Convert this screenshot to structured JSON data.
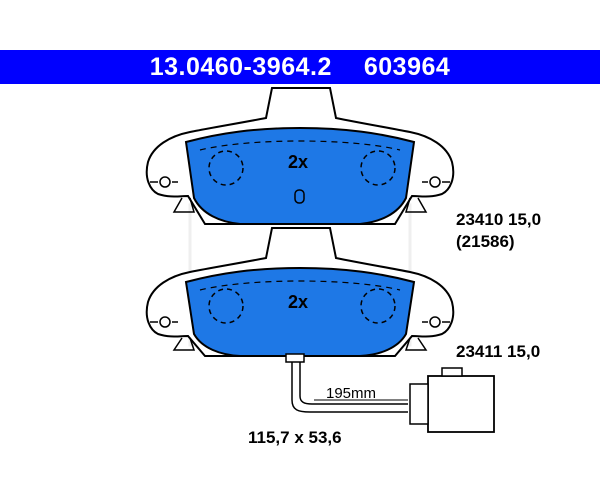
{
  "header": {
    "part_number": "13.0460-3964.2",
    "ref_number": "603964"
  },
  "pads": [
    {
      "quantity": "2x",
      "ref": "23410 15,0",
      "alt_ref": "(21586)"
    },
    {
      "quantity": "2x",
      "ref": "23411 15,0"
    }
  ],
  "wire": {
    "length": "195mm"
  },
  "dimensions": "115,7 x 53,6",
  "colors": {
    "header": "#0000ff",
    "pad_fill": "#1e78e6",
    "outline": "#000000",
    "watermark": "#e6e6e6"
  }
}
